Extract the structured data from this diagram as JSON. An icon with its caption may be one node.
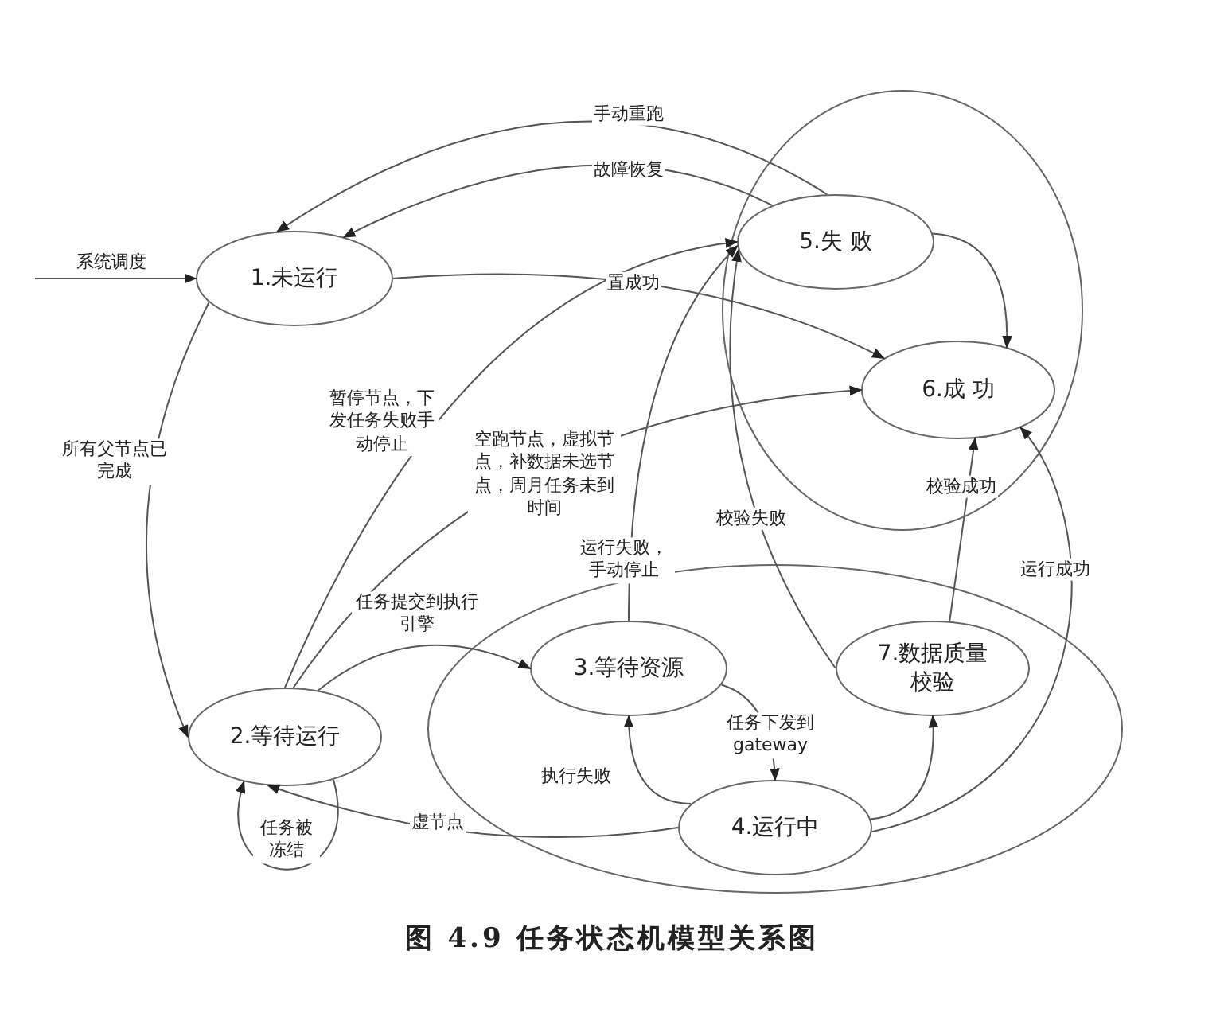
{
  "diagram": {
    "caption": "图 4.9 任务状态机模型关系图",
    "nodes": [
      {
        "text": [
          "1.未运行"
        ]
      },
      {
        "text": [],
        "shape": "ellipse"
      },
      {
        "text": [
          "5.失 败"
        ],
        "in": 1
      },
      {
        "text": [
          "6.成 功"
        ],
        "in": 1
      },
      {
        "text": [
          "2.等待运行"
        ]
      },
      {
        "text": [],
        "shape": "ellipse"
      },
      {
        "text": [
          "3.等待资源"
        ],
        "in": 5
      },
      {
        "text": [
          "7.数据质量校验"
        ],
        "in": 5
      },
      {
        "text": [
          "4.运行中"
        ],
        "in": 5
      }
    ],
    "edges": [
      {
        "from": null,
        "to": 0,
        "arrow": "to",
        "label": "系统调度"
      },
      {
        "from": 2,
        "to": 0,
        "arrow": "to",
        "label": "手动重跑"
      },
      {
        "from": 2,
        "to": 0,
        "arrow": "to",
        "label": "故障恢复"
      },
      {
        "from": 0,
        "to": 3,
        "arrow": "to",
        "label": "置成功"
      },
      {
        "from": 2,
        "to": 3,
        "arrow": "to"
      },
      {
        "from": 0,
        "to": 4,
        "arrow": "to",
        "label": "所有父节点已完成"
      },
      {
        "from": 4,
        "to": 2,
        "arrow": "to",
        "label": "暂停节点，下发任务失败手动停止"
      },
      {
        "from": 4,
        "to": 3,
        "arrow": "to",
        "label": "空跑节点，虚拟节点，补数据未选节点，周月任务未到时间"
      },
      {
        "from": 4,
        "to": 6,
        "arrow": "to",
        "label": "任务提交到执行引擎"
      },
      {
        "from": 4,
        "to": 4,
        "arrow": "to",
        "label": "任务被冻结"
      },
      {
        "from": 8,
        "to": 4,
        "arrow": "to",
        "label": "虚节点"
      },
      {
        "from": 6,
        "to": 8,
        "arrow": "to",
        "label": "任务下发到gateway"
      },
      {
        "from": 8,
        "to": 6,
        "arrow": "to",
        "label": "执行失败"
      },
      {
        "from": 8,
        "to": 7,
        "arrow": "to"
      },
      {
        "from": 7,
        "to": 3,
        "arrow": "to",
        "label": "校验成功"
      },
      {
        "from": 8,
        "to": 3,
        "arrow": "to",
        "label": "运行成功"
      },
      {
        "from": 7,
        "to": 2,
        "arrow": "to",
        "label": "校验失败"
      },
      {
        "from": 6,
        "to": 2,
        "arrow": "to",
        "label": "运行失败，手动停止"
      }
    ]
  }
}
